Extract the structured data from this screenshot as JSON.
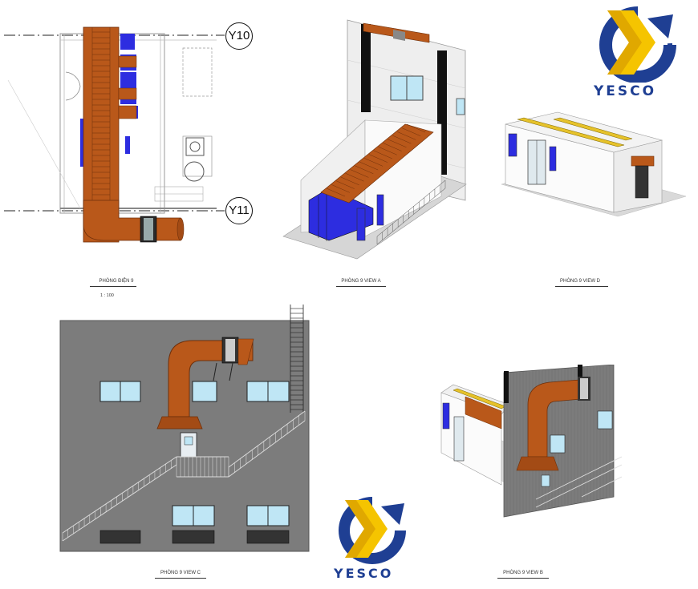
{
  "views": {
    "plan": {
      "caption": "PHÒNG ĐIỆN 9",
      "scale": "1 : 100",
      "grid_top": "Y10",
      "grid_bottom": "Y11"
    },
    "view_a": {
      "caption": "PHÒNG 9 VIEW A"
    },
    "view_d": {
      "caption": "PHÒNG 9 VIEW D"
    },
    "view_c": {
      "caption": "PHÒNG 9 VIEW C"
    },
    "view_b": {
      "caption": "PHÒNG 9 VIEW B"
    }
  },
  "logo": {
    "text": "YESCO",
    "colors": {
      "blue": "#1f3f93",
      "yellow": "#f5c400"
    }
  },
  "colors": {
    "duct": "#b9581a",
    "duct_dark": "#8a3e10",
    "panel": "#2d2de0",
    "wall_grey": "#7c7c7c",
    "tray": "#e6c22a"
  }
}
